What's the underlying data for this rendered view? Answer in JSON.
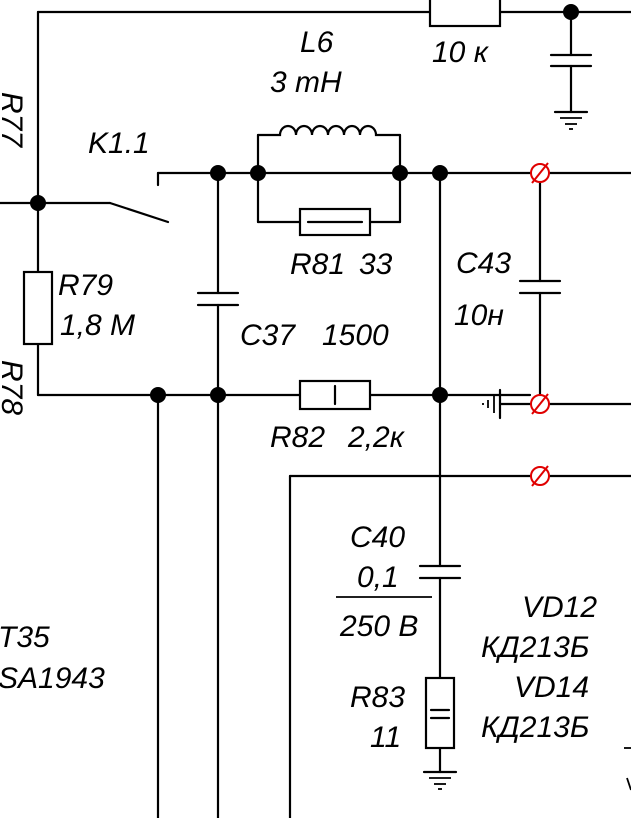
{
  "components": {
    "r77": {
      "label": "R77"
    },
    "r78": {
      "label": "R78"
    },
    "res_10k": {
      "value": "10 к"
    },
    "l6": {
      "label": "L6",
      "value": "3 mH"
    },
    "k1": {
      "label": "K1.1"
    },
    "r79": {
      "label": "R79",
      "value": "1,8 M"
    },
    "r81": {
      "label": "R81",
      "value": "33"
    },
    "c43": {
      "label": "C43",
      "value": "10н"
    },
    "c37": {
      "label": "C37",
      "value": "1500"
    },
    "r82": {
      "label": "R82",
      "value": "2,2к"
    },
    "c40": {
      "label": "C40",
      "value": "0,1",
      "voltage": "250 B"
    },
    "r83": {
      "label": "R83",
      "value": "11"
    },
    "t35": {
      "label": "T35",
      "part": "SA1943"
    },
    "vd12": {
      "label": "VD12",
      "part": "КД213Б"
    },
    "vd14": {
      "label": "VD14",
      "part": "КД213Б"
    }
  },
  "colors": {
    "wire": "#000000",
    "terminal": "#e00000",
    "background": "#ffffff"
  }
}
